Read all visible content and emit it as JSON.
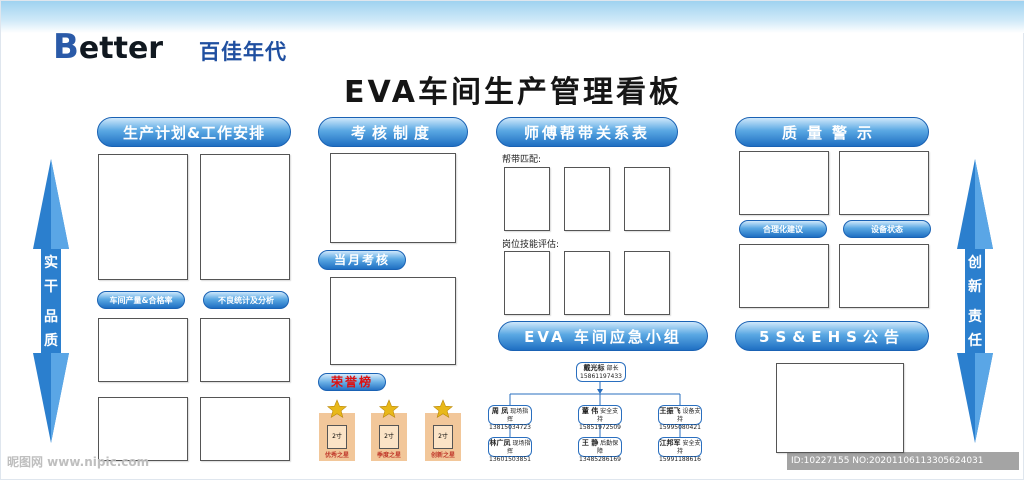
{
  "logo": {
    "en_first": "B",
    "en_rest": "etter",
    "cn": "百佳年代"
  },
  "title": "EVA车间生产管理看板",
  "headers": {
    "plan": "生产计划&工作安排",
    "assess": "考核制度",
    "mentor": "师傅帮带关系表",
    "quality": "质量警示",
    "emergency": "EVA 车间应急小组",
    "fives": "5S&EHS公告"
  },
  "sub_headers": {
    "output": "车间产量&合格率",
    "defect": "不良统计及分析",
    "monthly": "当月考核",
    "honor": "荣誉榜",
    "rational": "合理化建议",
    "equipment": "设备状态"
  },
  "labels": {
    "pairing": "帮带匹配:",
    "skill": "岗位技能评估:"
  },
  "left_arrow": [
    "实",
    "干",
    "品",
    "质"
  ],
  "right_arrow": [
    "创",
    "新",
    "责",
    "任"
  ],
  "org_chart": {
    "leader": {
      "name": "戴光标",
      "role": "部长",
      "phone": "15861197433"
    },
    "members": [
      {
        "name": "周 凤",
        "role": "现场指挥",
        "phone": "13815034723"
      },
      {
        "name": "董 伟",
        "role": "安全支持",
        "phone": "15851972509"
      },
      {
        "name": "王振飞",
        "role": "设备支持",
        "phone": "15995080421"
      },
      {
        "name": "林广凤",
        "role": "现场指挥",
        "phone": "13601503851"
      },
      {
        "name": "王 静",
        "role": "后勤保障",
        "phone": "13485286169"
      },
      {
        "name": "江邦军",
        "role": "安全支持",
        "phone": "15991188616"
      }
    ]
  },
  "honor": {
    "photo_label": "2寸",
    "captions": [
      "优秀之星",
      "季度之星",
      "创新之星"
    ]
  },
  "watermark": "昵图网 www.nipic.com",
  "id_bar": "ID:10227155 NO:20201106113305624031",
  "colors": {
    "accent": "#1f6fc2",
    "arrow": "#2b7fce",
    "honor_bg": "#f2c79a"
  }
}
